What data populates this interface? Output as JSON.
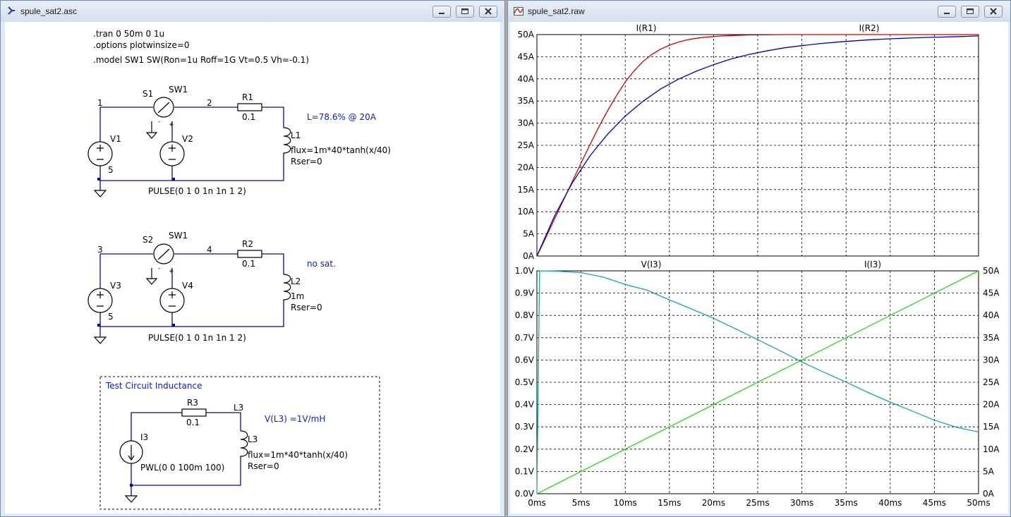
{
  "schematic_window": {
    "title": "spule_sat2.asc",
    "directives": [
      ".tran 0 50m 0 1u",
      ".options plotwinsize=0",
      ".model SW1 SW(Ron=1u Roff=1G Vt=0.5 Vh=-0.1)"
    ],
    "circuit1": {
      "node_a": "1",
      "node_b": "2",
      "node_c": "5",
      "switch_name": "S1",
      "switch_model": "SW1",
      "src_v": "V1",
      "ctrl_v": "V2",
      "res_name": "R1",
      "res_val": "0.1",
      "ind_name": "L1",
      "ind_val": "flux=1m*40*tanh(x/40)",
      "ind_rser": "Rser=0",
      "pulse": "PULSE(0 1 0 1n 1n 1 2)",
      "note": "L=78.6% @ 20A"
    },
    "circuit2": {
      "node_a": "3",
      "node_b": "4",
      "node_c": "5",
      "switch_name": "S2",
      "switch_model": "SW1",
      "src_v": "V3",
      "ctrl_v": "V4",
      "res_name": "R2",
      "res_val": "0.1",
      "ind_name": "L2",
      "ind_val": "1m",
      "ind_rser": "Rser=0",
      "pulse": "PULSE(0 1 0 1n 1n 1 2)",
      "note": "no sat."
    },
    "circuit3": {
      "box_title": "Test Circuit Inductance",
      "res_name": "R3",
      "res_val": "0.1",
      "node_label": "L3",
      "src_i": "I3",
      "ind_name": "L3",
      "ind_val": "flux=1m*40*tanh(x/40)",
      "ind_rser": "Rser=0",
      "pwl": "PWL(0 0 100m 100)",
      "note": "V(L3) =1V/mH"
    }
  },
  "waveform_window": {
    "title": "spule_sat2.raw"
  },
  "colors": {
    "trace_r1": "#cc0000",
    "trace_r2": "#0000b0",
    "trace_vi3": "#1aa5a5",
    "trace_ii3": "#22dd22",
    "wire": "#0a0a8c",
    "note_blue": "#1020b8"
  },
  "chart_data": [
    {
      "type": "line",
      "x_ticks": [
        "0ms",
        "5ms",
        "10ms",
        "15ms",
        "20ms",
        "25ms",
        "30ms",
        "35ms",
        "40ms",
        "45ms",
        "50ms"
      ],
      "xlim": [
        0,
        50
      ],
      "y_ticks": [
        "0A",
        "5A",
        "10A",
        "15A",
        "20A",
        "25A",
        "30A",
        "35A",
        "40A",
        "45A",
        "50A"
      ],
      "ylim": [
        0,
        50
      ],
      "grid": true,
      "series": [
        {
          "name": "I(R1)",
          "x": [
            0,
            1,
            2,
            3,
            4,
            5,
            6,
            7,
            8,
            9,
            10,
            11,
            12,
            13,
            14,
            15,
            16,
            17,
            18,
            19,
            20,
            21,
            22,
            24,
            26,
            28,
            30,
            35,
            40,
            45,
            50
          ],
          "y": [
            0,
            4.1,
            8.4,
            12.6,
            16.8,
            21,
            25.1,
            29.1,
            32.8,
            36.2,
            39.3,
            41.8,
            43.9,
            45.5,
            46.7,
            47.6,
            48.3,
            48.8,
            49.15,
            49.4,
            49.55,
            49.7,
            49.8,
            49.9,
            49.95,
            50,
            50,
            50,
            50,
            50,
            50
          ]
        },
        {
          "name": "I(R2)",
          "x": [
            0,
            2,
            4,
            6,
            8,
            10,
            12,
            14,
            16,
            18,
            20,
            22,
            24,
            26,
            28,
            30,
            32,
            34,
            36,
            38,
            40,
            42,
            44,
            46,
            48,
            50
          ],
          "y": [
            0,
            9.06,
            16.5,
            22.6,
            27.5,
            31.6,
            34.9,
            37.7,
            39.9,
            41.7,
            43.2,
            44.5,
            45.5,
            46.3,
            47,
            47.5,
            47.95,
            48.3,
            48.6,
            48.85,
            49.05,
            49.2,
            49.35,
            49.45,
            49.55,
            49.7
          ]
        }
      ]
    },
    {
      "type": "line",
      "x_ticks": [
        "0ms",
        "5ms",
        "10ms",
        "15ms",
        "20ms",
        "25ms",
        "30ms",
        "35ms",
        "40ms",
        "45ms",
        "50ms"
      ],
      "xlim": [
        0,
        50
      ],
      "y_ticks_left": [
        "0.0V",
        "0.1V",
        "0.2V",
        "0.3V",
        "0.4V",
        "0.5V",
        "0.6V",
        "0.7V",
        "0.8V",
        "0.9V",
        "1.0V"
      ],
      "ylim_left": [
        0,
        1
      ],
      "y_ticks_right": [
        "0A",
        "5A",
        "10A",
        "15A",
        "20A",
        "25A",
        "30A",
        "35A",
        "40A",
        "45A",
        "50A"
      ],
      "ylim_right": [
        0,
        50
      ],
      "grid": true,
      "series": [
        {
          "name": "V(I3)",
          "axis": "left",
          "x": [
            0,
            0.3,
            2,
            5,
            7.5,
            10,
            12.5,
            15,
            17.5,
            20,
            22.5,
            25,
            27.5,
            30,
            32.5,
            35,
            37.5,
            40,
            42.5,
            45,
            47.5,
            50
          ],
          "y": [
            0,
            1,
            0.999,
            0.992,
            0.972,
            0.939,
            0.913,
            0.87,
            0.829,
            0.787,
            0.74,
            0.691,
            0.642,
            0.591,
            0.545,
            0.501,
            0.454,
            0.411,
            0.371,
            0.33,
            0.298,
            0.277
          ]
        },
        {
          "name": "I(I3)",
          "axis": "right",
          "x": [
            0,
            50
          ],
          "y": [
            0,
            50
          ]
        }
      ]
    }
  ]
}
